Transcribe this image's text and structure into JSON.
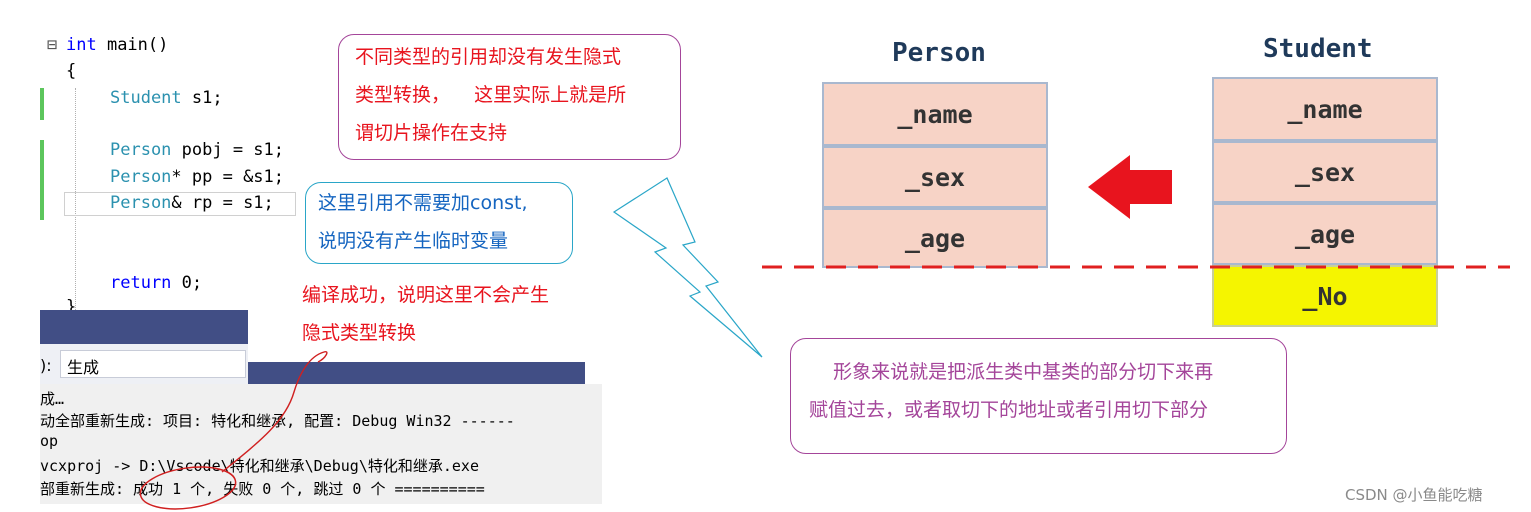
{
  "code": {
    "lines": [
      {
        "kw": "int",
        "rest": " main()"
      },
      {
        "plain": "{"
      },
      {
        "type": "Student",
        "rest": " s1;"
      },
      {
        "type": "Person",
        "rest": " pobj = s1;"
      },
      {
        "type": "Person",
        "rest": "* pp = &s1;"
      },
      {
        "type": "Person",
        "rest": "& rp = s1;"
      },
      {
        "kw": "return",
        "rest": " 0;"
      },
      {
        "plain": "}"
      }
    ],
    "collapse_glyph": "⊟"
  },
  "output_panel": {
    "label_prefix": "):",
    "label_value": "生成",
    "lines": [
      "成…",
      "动全部重新生成: 项目: 特化和继承, 配置: Debug Win32 ------",
      "op",
      "vcxproj -> D:\\Vscode\\特化和继承\\Debug\\特化和继承.exe",
      "部重新生成: 成功 1 个, 失败 0 个, 跳过 0 个 =========="
    ]
  },
  "annotations": {
    "top_callout": [
      "不同类型的引用却没有发生隐式",
      "类型转换，    这里实际上就是所",
      "谓切片操作在支持"
    ],
    "const_callout": [
      "这里引用不需要加const,",
      "说明没有产生临时变量"
    ],
    "compile_note": [
      "编译成功，说明这里不会产生",
      "隐式类型转换"
    ],
    "slicing_callout": [
      "    形象来说就是把派生类中基类的部分切下来再",
      "赋值过去，或者取切下的地址或者引用切下部分"
    ]
  },
  "diagram": {
    "person": {
      "title": "Person",
      "fields": [
        "_name",
        "_sex",
        "_age"
      ]
    },
    "student": {
      "title": "Student",
      "fields": [
        "_name",
        "_sex",
        "_age",
        "_No"
      ]
    }
  },
  "colors": {
    "cell_fill": "#f7d3c6",
    "no_fill": "#f5f500",
    "arrow": "#e8141e",
    "cut_line": "#e02020",
    "red_text": "#e8141e",
    "blue_text": "#1565c0",
    "purple_border": "#a4459a",
    "teal_border": "#2aa6c8",
    "vs_bar": "#414e85"
  },
  "watermark": "CSDN @小鱼能吃糖"
}
